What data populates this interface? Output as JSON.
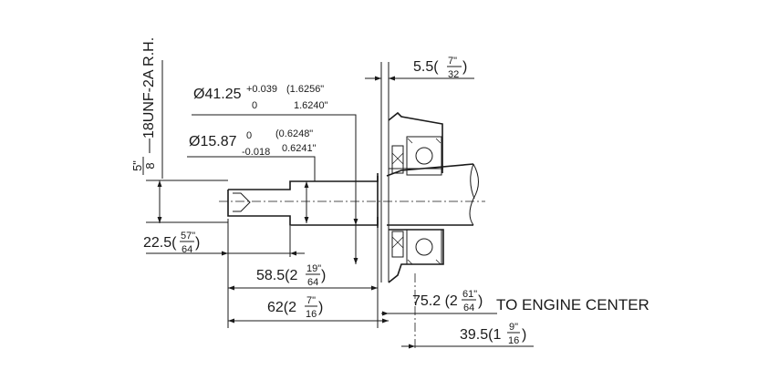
{
  "thread": {
    "size_num": "5\"",
    "size_den": "8",
    "spec": "—18UNF-2A R.H."
  },
  "dim_d1": {
    "value": "Ø41.25",
    "tol_plus": "+0.039",
    "tol_minus": "0",
    "inch_hi": "(1.6256\"",
    "inch_lo": "1.6240\""
  },
  "dim_d2": {
    "value": "Ø15.87",
    "tol_plus": "0",
    "tol_minus": "-0.018",
    "inch_hi": "(0.6248\"",
    "inch_lo": "0.6241\""
  },
  "dim_flange": {
    "value": "5.5(",
    "num": "7\"",
    "den": "32",
    "close": ")"
  },
  "dim_225": {
    "value": "22.5(",
    "num": "57\"",
    "den": "64",
    "close": ")"
  },
  "dim_585": {
    "value": "58.5(2",
    "num": "19\"",
    "den": "64",
    "close": ")"
  },
  "dim_62": {
    "value": "62(2",
    "num": "7\"",
    "den": "16",
    "close": ")"
  },
  "dim_752": {
    "value": "75.2 (2",
    "num": "61\"",
    "den": "64",
    "close": ")"
  },
  "engine_center": "TO ENGINE CENTER",
  "dim_395": {
    "value": "39.5(1",
    "num": "9\"",
    "den": "16",
    "close": ")"
  }
}
